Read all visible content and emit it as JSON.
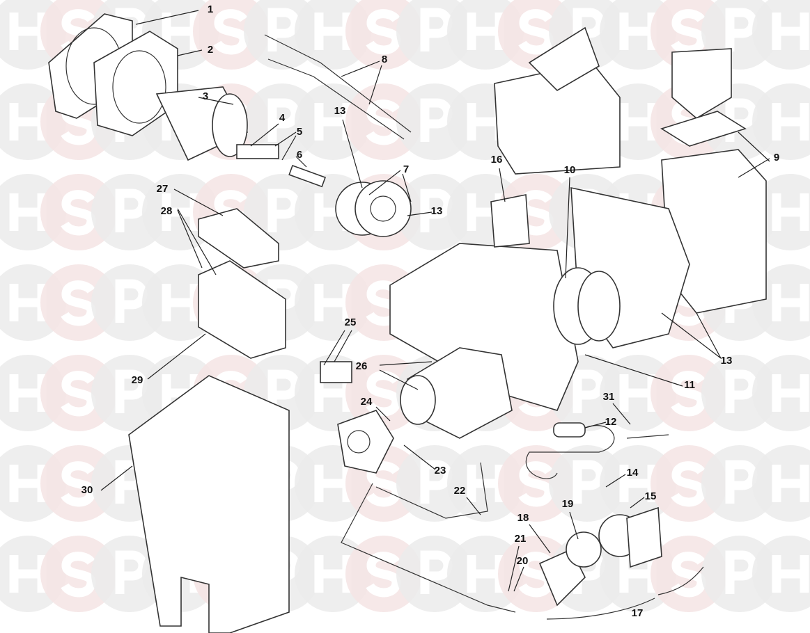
{
  "watermark": {
    "letters": [
      "H",
      "S",
      "P"
    ],
    "circle_color": "#ebebeb",
    "accent_circle_color": "#f4e4e4"
  },
  "diagram": {
    "type": "exploded-parts-view",
    "callouts": [
      "1",
      "2",
      "3",
      "4",
      "5",
      "6",
      "7",
      "8",
      "9",
      "10",
      "11",
      "12",
      "13",
      "13",
      "13",
      "14",
      "15",
      "16",
      "17",
      "18",
      "19",
      "20",
      "21",
      "22",
      "23",
      "24",
      "25",
      "26",
      "27",
      "28",
      "29",
      "30",
      "31"
    ]
  }
}
